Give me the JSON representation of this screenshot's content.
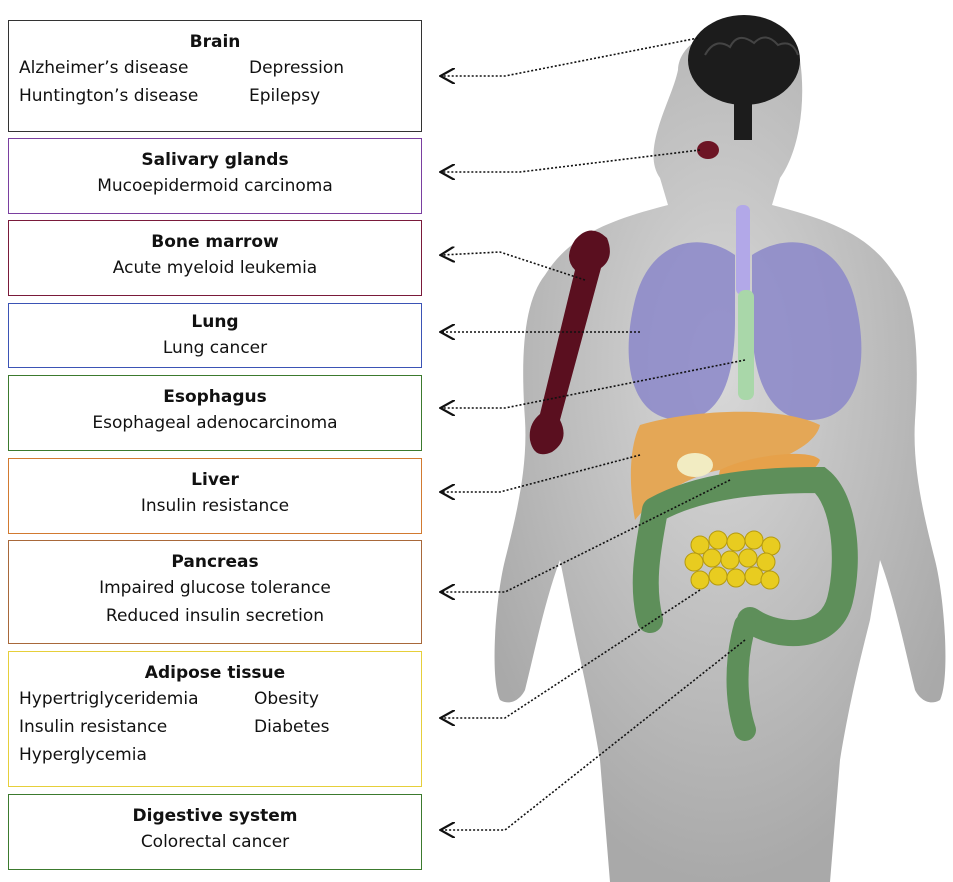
{
  "organs": [
    {
      "id": "brain",
      "title": "Brain",
      "color": "#333333",
      "rows": [
        [
          "Alzheimer’s disease",
          "Depression"
        ],
        [
          "Huntington’s disease",
          "Epilepsy"
        ]
      ]
    },
    {
      "id": "salivary",
      "title": "Salivary glands",
      "color": "#7a3fa0",
      "lines": [
        "Mucoepidermoid carcinoma"
      ]
    },
    {
      "id": "bone",
      "title": "Bone marrow",
      "color": "#7a1a3a",
      "lines": [
        "Acute myeloid leukemia"
      ]
    },
    {
      "id": "lung",
      "title": "Lung",
      "color": "#3b53b5",
      "lines": [
        "Lung cancer"
      ]
    },
    {
      "id": "esophagus",
      "title": "Esophagus",
      "color": "#3c7a2e",
      "lines": [
        "Esophageal adenocarcinoma"
      ]
    },
    {
      "id": "liver",
      "title": "Liver",
      "color": "#d27a30",
      "lines": [
        "Insulin resistance"
      ]
    },
    {
      "id": "pancreas",
      "title": "Pancreas",
      "color": "#a8683a",
      "lines": [
        "Impaired glucose tolerance",
        "Reduced insulin secretion"
      ]
    },
    {
      "id": "adipose",
      "title": "Adipose tissue",
      "color": "#e6cf3a",
      "rows": [
        [
          "Hypertriglyceridemia",
          "Obesity"
        ],
        [
          "Insulin resistance",
          "Diabetes"
        ],
        [
          "Hyperglycemia",
          ""
        ]
      ]
    },
    {
      "id": "digestive",
      "title": "Digestive system",
      "color": "#3c7a2e",
      "lines": [
        "Colorectal cancer"
      ]
    }
  ]
}
